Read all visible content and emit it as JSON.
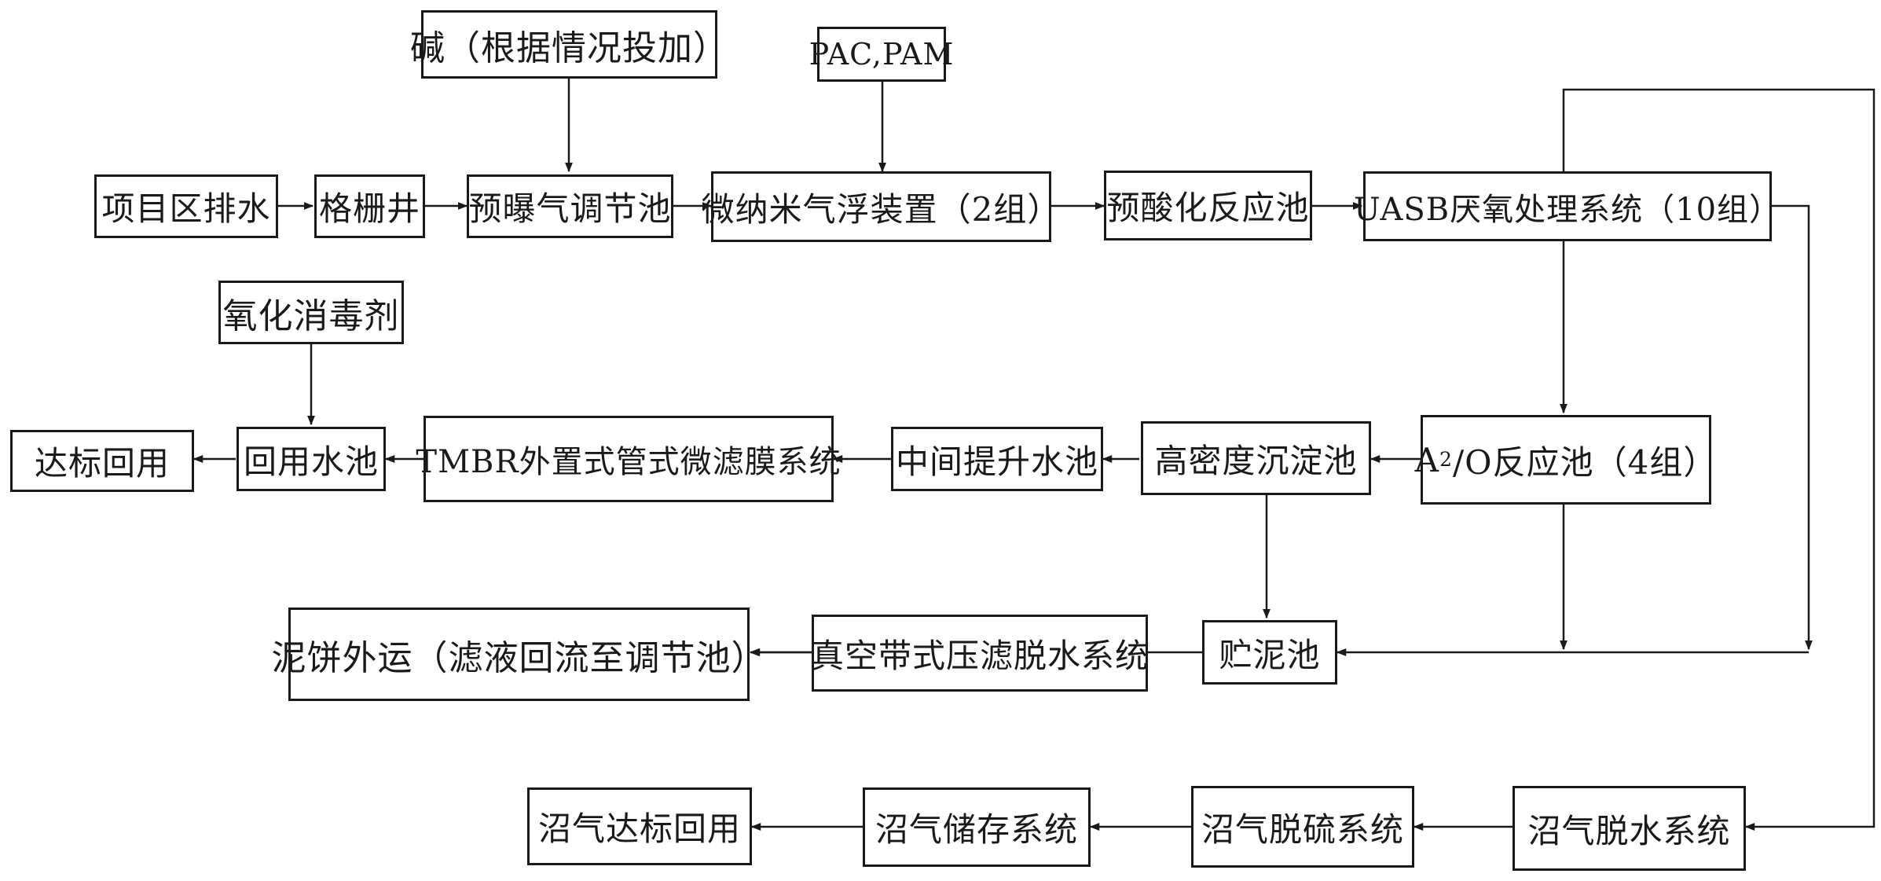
{
  "nodes": {
    "alkali": "碱（根据情况投加）",
    "pac_pam": "PAC,PAM",
    "drainage": "项目区排水",
    "grille_well": "格栅井",
    "pre_aeration": "预曝气调节池",
    "micro_nano_flotation": "微纳米气浮装置（2组）",
    "pre_acidification": "预酸化反应池",
    "uasb": "UASB厌氧处理系统（10组）",
    "oxidant": "氧化消毒剂",
    "compliant_reuse": "达标回用",
    "reuse_pool": "回用水池",
    "tmbr": "TMBR外置式管式微滤膜系统",
    "lift_pool": "中间提升水池",
    "high_density_sed": "高密度沉淀池",
    "ao_prefix": "A",
    "ao_sup": "2",
    "ao_suffix": "/O反应池（4组）",
    "sludge_cake": "泥饼外运（滤液回流至调节池）",
    "vacuum_filter": "真空带式压滤脱水系统",
    "sludge_pool": "贮泥池",
    "biogas_compliant": "沼气达标回用",
    "biogas_storage": "沼气储存系统",
    "biogas_desulfur": "沼气脱硫系统",
    "biogas_dewater": "沼气脱水系统"
  },
  "colors": {
    "line": "#1a1a1a",
    "background": "#ffffff"
  }
}
